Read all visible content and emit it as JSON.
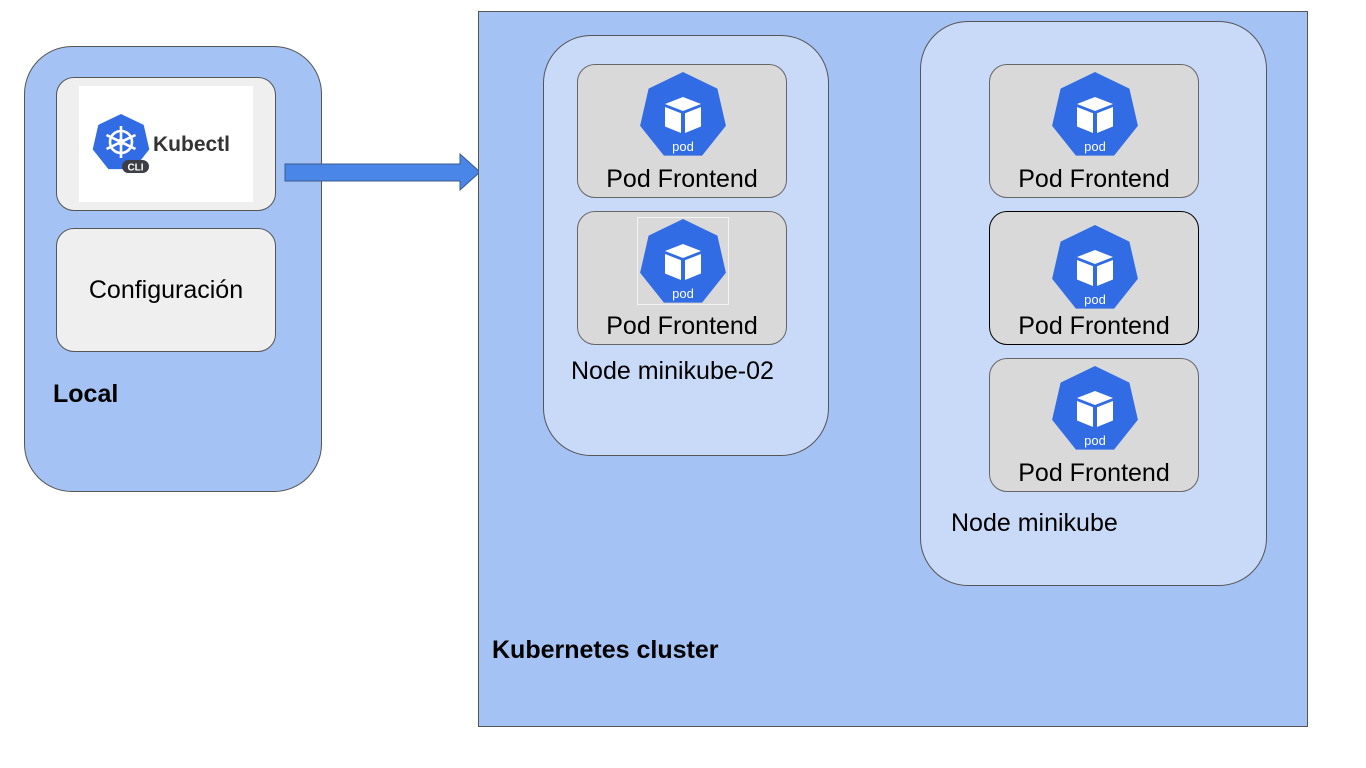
{
  "local": {
    "title": "Local",
    "kubectl_logo_text": "Kubectl",
    "kubectl_badge": "CLI",
    "config_label": "Configuración"
  },
  "cluster": {
    "title": "Kubernetes cluster",
    "nodes": [
      {
        "label": "Node minikube-02",
        "pods": [
          {
            "label": "Pod Frontend",
            "icon_text": "pod"
          },
          {
            "label": "Pod Frontend",
            "icon_text": "pod"
          }
        ]
      },
      {
        "label": "Node minikube",
        "pods": [
          {
            "label": "Pod Frontend",
            "icon_text": "pod"
          },
          {
            "label": "Pod Frontend",
            "icon_text": "pod"
          },
          {
            "label": "Pod Frontend",
            "icon_text": "pod"
          }
        ]
      }
    ]
  },
  "colors": {
    "panel_blue": "#a4c2f4",
    "node_blue": "#c9daf8",
    "k8s_blue": "#326ce5",
    "arrow_blue": "#4a86e8",
    "pod_gray": "#d9d9d9",
    "box_gray": "#efefef"
  },
  "icons": {
    "pod": "kubernetes-pod-icon",
    "helm": "kubernetes-helm-icon",
    "arrow": "right-arrow-icon"
  }
}
